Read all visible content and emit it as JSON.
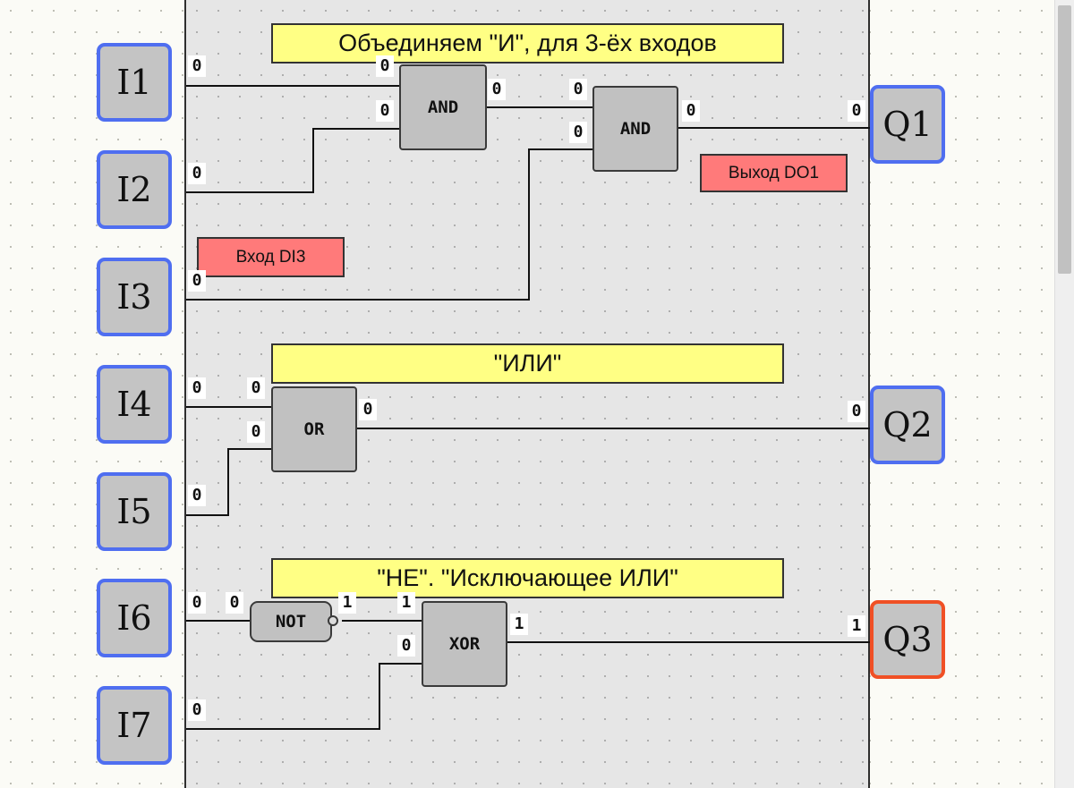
{
  "inputs": [
    {
      "id": "I1",
      "value": "0"
    },
    {
      "id": "I2",
      "value": "0"
    },
    {
      "id": "I3",
      "value": "0"
    },
    {
      "id": "I4",
      "value": "0"
    },
    {
      "id": "I5",
      "value": "0"
    },
    {
      "id": "I6",
      "value": "0"
    },
    {
      "id": "I7",
      "value": "0"
    }
  ],
  "outputs": [
    {
      "id": "Q1",
      "value": "0",
      "active": false
    },
    {
      "id": "Q2",
      "value": "0",
      "active": false
    },
    {
      "id": "Q3",
      "value": "1",
      "active": true
    }
  ],
  "blocks": {
    "and1": {
      "label": "AND",
      "in1": "0",
      "in2": "0",
      "out": "0"
    },
    "and2": {
      "label": "AND",
      "in1": "0",
      "in2": "0",
      "out": "0"
    },
    "or": {
      "label": "OR",
      "in1": "0",
      "in2": "0",
      "out": "0"
    },
    "not": {
      "label": "NOT",
      "in": "0",
      "out": "1"
    },
    "xor": {
      "label": "XOR",
      "in1": "1",
      "in2": "0",
      "out": "1"
    }
  },
  "comments": {
    "and_title": "Объединяем  \"И\",  для  3-ёх   входов",
    "or_title": "\"ИЛИ\"",
    "not_xor_title": "\"НЕ\". \"Исключающее ИЛИ\"",
    "input_note": "Вход DI3",
    "output_note": "Выход DO1"
  },
  "colors": {
    "pin_border": "#4f6ef0",
    "active_pin_border": "#f05025",
    "comment_title": "#ffff84",
    "comment_note": "#ff7a7a"
  }
}
